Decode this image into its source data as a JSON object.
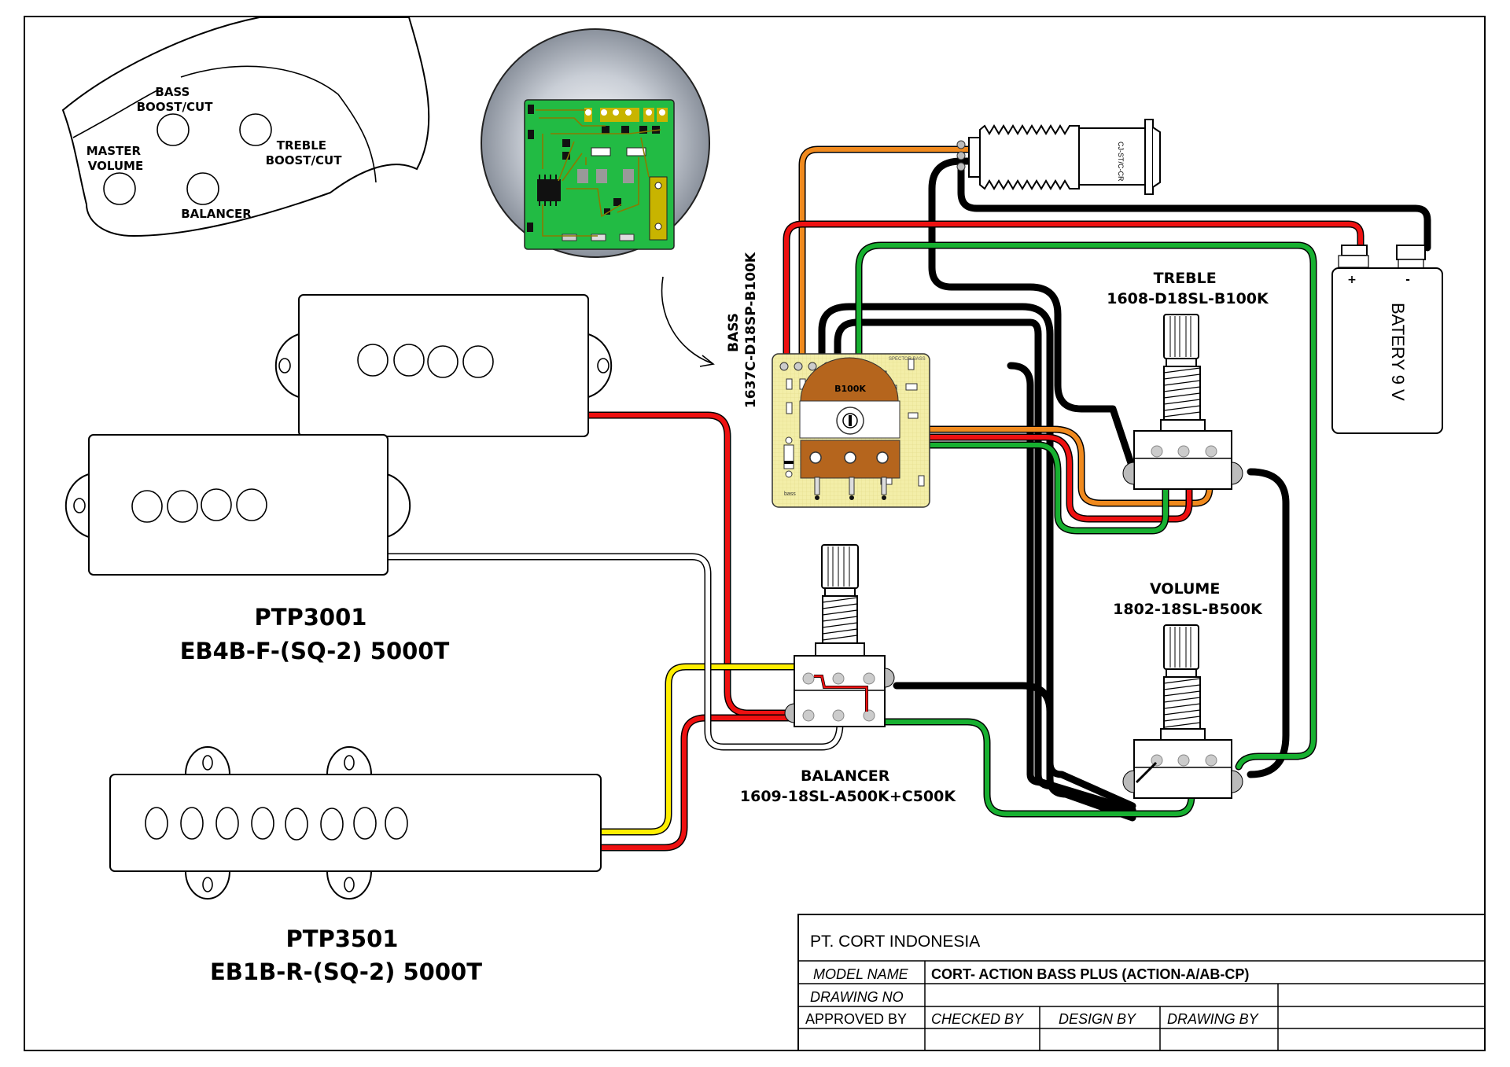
{
  "control_plate": {
    "labels": {
      "bass": [
        "BASS",
        "BOOST/CUT"
      ],
      "treble": [
        "TREBLE",
        "BOOST/CUT"
      ],
      "master_volume": [
        "MASTER",
        "VOLUME"
      ],
      "balancer": "BALANCER"
    }
  },
  "preamp_board": {
    "name": "preamp circuit board detail"
  },
  "components": {
    "bass_pot": {
      "name": "BASS",
      "part": "1637C-D18SP-B100K",
      "knob_value": "B100K",
      "board_label": "SPECTOR BASS",
      "corner_label": "bass"
    },
    "treble_pot": {
      "name": "TREBLE",
      "part": "1608-D18SL-B100K"
    },
    "volume_pot": {
      "name": "VOLUME",
      "part": "1802-18SL-B500K"
    },
    "balancer_pot": {
      "name": "BALANCER",
      "part": "1609-18SL-A500K+C500K"
    },
    "output_jack": {
      "label": "CJ-ST/C-CR"
    },
    "battery": {
      "label": "BATERY 9 V",
      "plus": "+",
      "minus": "-"
    }
  },
  "pickups": [
    {
      "model": "PTP3001",
      "spec": "EB4B-F-(SQ-2) 5000T",
      "type": "P-style split coil"
    },
    {
      "model": "PTP3501",
      "spec": "EB1B-R-(SQ-2) 5000T",
      "type": "J-style single coil"
    }
  ],
  "wire_colors": {
    "red": "#ee1111",
    "black": "#000000",
    "green": "#17b030",
    "orange": "#f08a1e",
    "yellow": "#ffee00",
    "white": "#ffffff",
    "pcb_green": "#22bb44",
    "board_cream": "#f5f0b0",
    "pot_brown": "#b5651d"
  },
  "title_block": {
    "company": "PT. CORT INDONESIA",
    "model_name_label": "MODEL NAME",
    "model_name_value": "CORT- ACTION BASS  PLUS (ACTION-A/AB-CP)",
    "drawing_no_label": "DRAWING NO",
    "drawing_no_value": "",
    "approved_by": "APPROVED BY",
    "checked_by": "CHECKED BY",
    "design_by": "DESIGN BY",
    "drawing_by": "DRAWING BY"
  }
}
